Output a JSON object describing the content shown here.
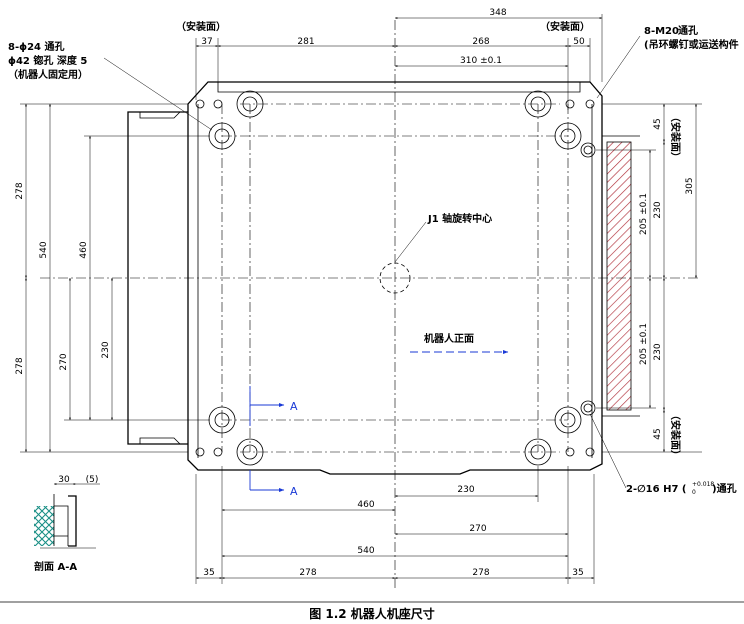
{
  "caption": "图 1.2   机器人机座尺寸",
  "labels": {
    "mount_face": "（安装面）",
    "mount_face_v": "（安装面）",
    "through_hole_24": "8-ϕ24   通孔",
    "counterbore": "ϕ42 锪孔   深度 5",
    "robot_fix": "（机器人固定用）",
    "m20": "8-M20",
    "m20_through": "通孔",
    "m20_use": "(吊环螺钉或运送构件",
    "pin_hole": "2-∅16 H7 (",
    "pin_tol_top": "+0.018",
    "pin_tol_bottom": "0",
    "pin_hole_end": ")通孔",
    "j1_center": "J1 轴旋转中心",
    "robot_front": "机器人正面",
    "section": "剖面  A-A",
    "section_mark": "A"
  },
  "dims": {
    "top_348": "348",
    "top_37": "37",
    "top_281": "281",
    "top_268": "268",
    "top_50": "50",
    "top_310": "310 ±0.1",
    "left_278_top": "278",
    "left_540": "540",
    "left_460": "460",
    "left_270": "270",
    "left_230": "230",
    "left_278_bottom": "278",
    "right_45_top": "45",
    "right_305": "305",
    "right_230_top": "230",
    "right_205_top": "205 ±0.1",
    "right_205_bottom": "205 ±0.1",
    "right_230_bottom": "230",
    "right_45_bottom": "45",
    "bottom_230": "230",
    "bottom_460": "460",
    "bottom_270": "270",
    "bottom_540": "540",
    "bottom_35_left": "35",
    "bottom_278_left": "278",
    "bottom_278_right": "278",
    "bottom_35_right": "35",
    "sec_30": "30",
    "sec_5": "(5)"
  }
}
